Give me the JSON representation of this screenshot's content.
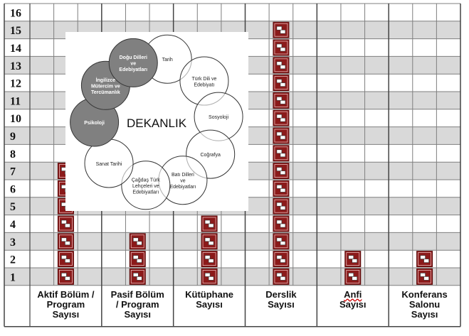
{
  "chart_data": {
    "type": "bar",
    "categories": [
      [
        "Aktif Bölüm /",
        "Program",
        "Sayısı"
      ],
      [
        "Pasif Bölüm",
        "/ Program",
        "Sayısı"
      ],
      [
        "Kütüphane",
        "Sayısı"
      ],
      [
        "Derslik",
        "Sayısı"
      ],
      [
        "Anfi",
        "Sayısı"
      ],
      [
        "Konferans",
        "Salonu",
        "Sayısı"
      ]
    ],
    "values": [
      7,
      3,
      4,
      15,
      2,
      2
    ],
    "ylim": [
      1,
      16
    ],
    "y_ticks": [
      1,
      2,
      3,
      4,
      5,
      6,
      7,
      8,
      9,
      10,
      11,
      12,
      13,
      14,
      15,
      16
    ],
    "marker_icon": "red-square-block-icon",
    "colors": {
      "marker": "#8b1a1a",
      "marker_dark": "#5a0c0c",
      "band": "#d9d9d9",
      "grid": "#7f7f7f"
    }
  },
  "inset_diagram": {
    "center_label": "DEKANLIK",
    "nodes": [
      {
        "label": "Tarih",
        "highlight": false
      },
      {
        "label": "Türk Dili ve Edebiyatı",
        "highlight": false
      },
      {
        "label": "Sosyoloji",
        "highlight": false
      },
      {
        "label": "Coğrafya",
        "highlight": false
      },
      {
        "label": "Batı Dilleri ve Edebiyatları",
        "highlight": false
      },
      {
        "label": "Çağdaş Türk Lehçeleri ve Edebiyatları",
        "highlight": false
      },
      {
        "label": "Sanat Tarihi",
        "highlight": false
      },
      {
        "label": "Psikoloji",
        "highlight": true
      },
      {
        "label": "İngilizce Mütercim ve Tercümanlık",
        "highlight": true
      },
      {
        "label": "Doğu Dilleri ve Edebiyatları",
        "highlight": true
      }
    ]
  }
}
